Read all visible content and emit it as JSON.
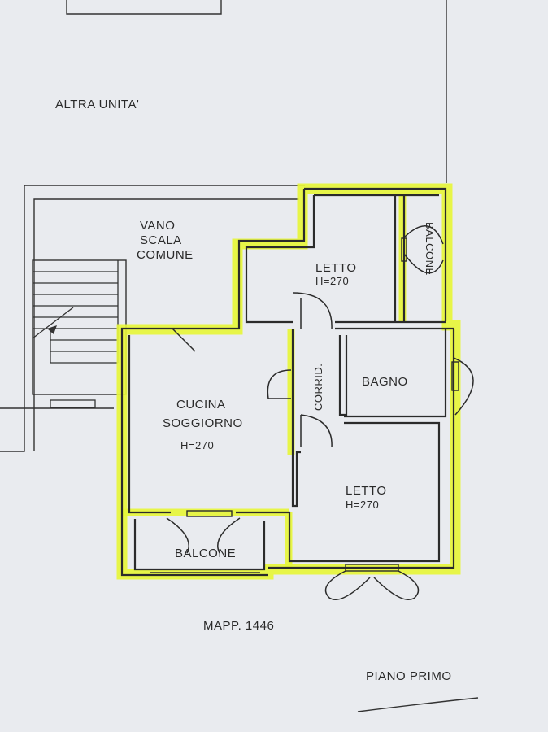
{
  "labels": {
    "altra_unita": "ALTRA UNITA'",
    "vano": "VANO",
    "scala": "SCALA",
    "comune": "COMUNE",
    "letto_top": "LETTO",
    "letto_top_h": "H=270",
    "balcone_right": "BALCONE",
    "corridoio": "CORRID.",
    "bagno": "BAGNO",
    "cucina": "CUCINA",
    "soggiorno": "SOGGIORNO",
    "cucina_h": "H=270",
    "letto_bottom": "LETTO",
    "letto_bottom_h": "H=270",
    "balcone_bottom": "BALCONE",
    "mappale": "MAPP. 1446",
    "piano": "PIANO PRIMO"
  },
  "colors": {
    "paper": "#e9ebef",
    "highlight": "#e6f53a",
    "ink": "#2b2b2b"
  }
}
